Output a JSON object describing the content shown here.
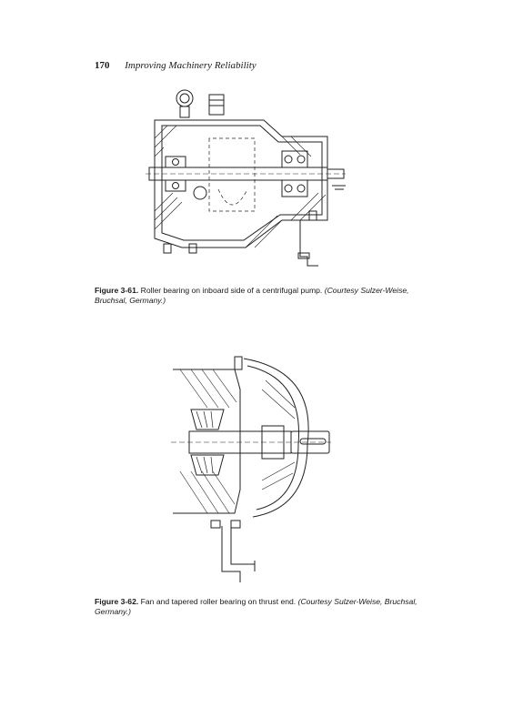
{
  "header": {
    "page_number": "170",
    "book_title": "Improving Machinery Reliability"
  },
  "figure1": {
    "label": "Figure 3-61.",
    "text": " Roller bearing on inboard side of a centrifugal pump. ",
    "credit": "(Courtesy Sulzer-Weise, Bruchsal, Germany.)"
  },
  "figure2": {
    "label": "Figure 3-62.",
    "text": " Fan and tapered roller bearing on thrust end. ",
    "credit": "(Courtesy Sulzer-Weise, Bruchsal, Germany.)"
  }
}
